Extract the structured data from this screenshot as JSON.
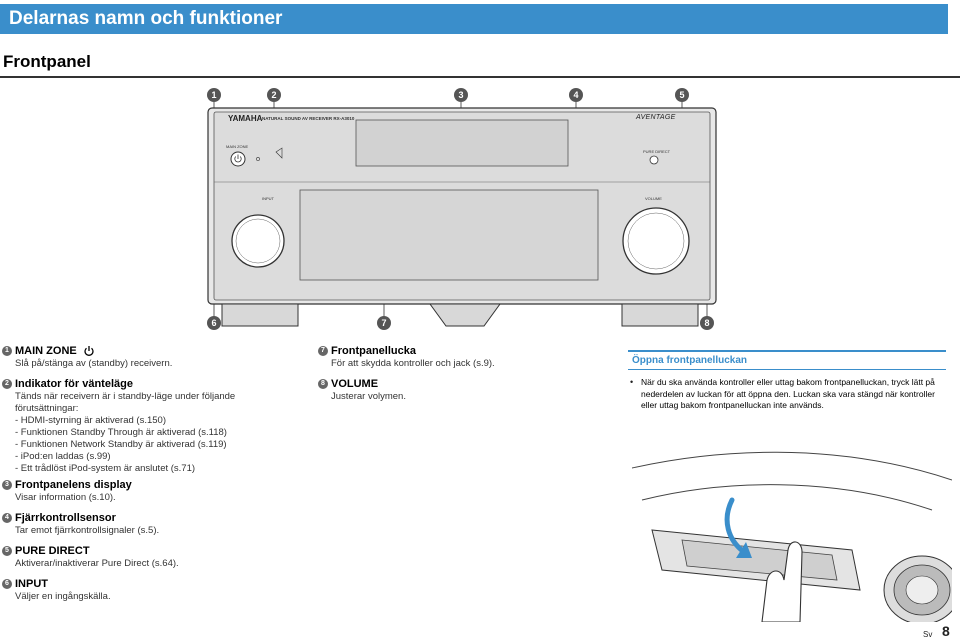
{
  "header": {
    "title": "Delarnas namn och funktioner"
  },
  "section": {
    "title": "Frontpanel"
  },
  "diagram": {
    "callouts_top": [
      "1",
      "2",
      "3",
      "4",
      "5"
    ],
    "callouts_bottom": [
      "6",
      "7",
      "8"
    ],
    "brand": "YAMAHA",
    "model_line": "NATURAL SOUND AV RECEIVER  RX-A3010",
    "brand_right": "AVENTAGE",
    "label_main_zone": "MAIN ZONE",
    "label_pure_direct": "PURE DIRECT",
    "label_input": "INPUT",
    "label_volume": "VOLUME"
  },
  "items_left": [
    {
      "num": "1",
      "title": "MAIN ZONE",
      "lines": [
        "Slå på/stänga av (standby) receivern."
      ]
    },
    {
      "num": "2",
      "title": "Indikator för vänteläge",
      "lines": [
        "Tänds när receivern är i standby-läge under följande",
        "förutsättningar:",
        "- HDMI-styrning är aktiverad (s.150)",
        "- Funktionen Standby Through är aktiverad (s.118)",
        "- Funktionen Network Standby är aktiverad (s.119)",
        "- iPod:en laddas (s.99)",
        "- Ett trådlöst iPod-system är anslutet (s.71)"
      ]
    },
    {
      "num": "3",
      "title": "Frontpanelens display",
      "lines": [
        "Visar information (s.10)."
      ]
    },
    {
      "num": "4",
      "title": "Fjärrkontrollsensor",
      "lines": [
        "Tar emot fjärrkontrollsignaler (s.5)."
      ]
    },
    {
      "num": "5",
      "title": "PURE DIRECT",
      "lines": [
        "Aktiverar/inaktiverar Pure Direct (s.64)."
      ]
    },
    {
      "num": "6",
      "title": "INPUT",
      "lines": [
        "Väljer en ingångskälla."
      ]
    }
  ],
  "items_mid": [
    {
      "num": "7",
      "title": "Frontpanellucka",
      "lines": [
        "För att skydda kontroller och jack (s.9)."
      ]
    },
    {
      "num": "8",
      "title": "VOLUME",
      "lines": [
        "Justerar volymen."
      ]
    }
  ],
  "box": {
    "title": "Öppna frontpanelluckan",
    "bullet": "•",
    "text": "När du ska använda kontroller eller uttag bakom frontpanelluckan, tryck lätt på nederdelen av luckan för att öppna den. Luckan ska vara stängd när kontroller eller uttag bakom frontpanelluckan inte används."
  },
  "footer": {
    "lang": "Sv",
    "page": "8"
  }
}
